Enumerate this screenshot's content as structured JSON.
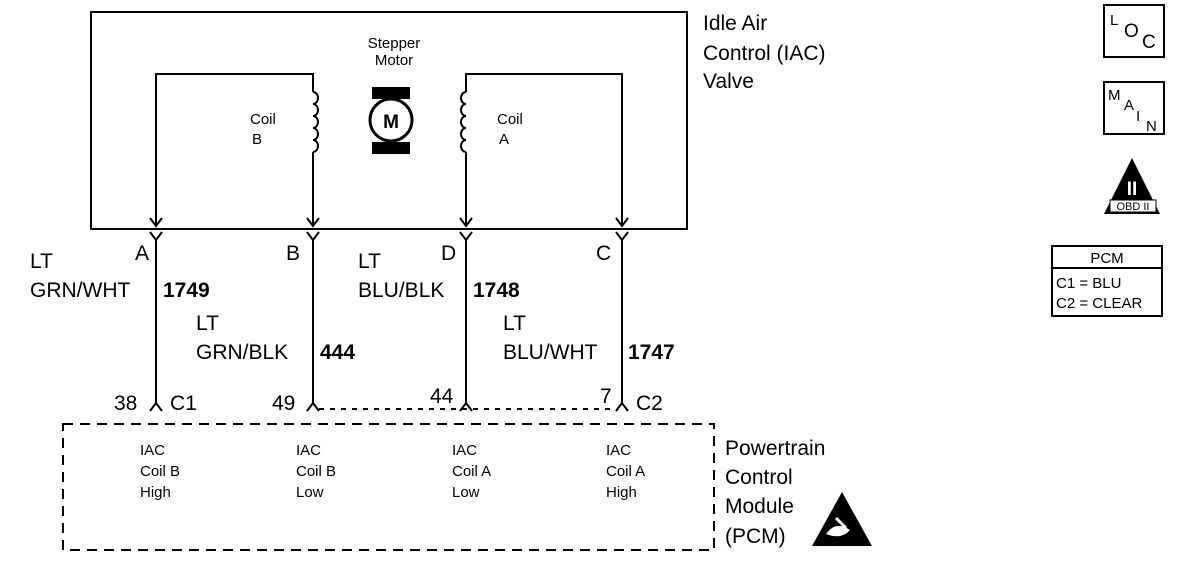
{
  "valve": {
    "title_line1": "Idle Air",
    "title_line2": "Control (IAC)",
    "title_line3": "Valve",
    "motor_line1": "Stepper",
    "motor_line2": "Motor",
    "motor_symbol": "M",
    "coil_b_line1": "Coil",
    "coil_b_line2": "B",
    "coil_a_line1": "Coil",
    "coil_a_line2": "A"
  },
  "terminals": {
    "a": "A",
    "b": "B",
    "d": "D",
    "c": "C"
  },
  "wires": [
    {
      "color_line1": "LT",
      "color_line2": "GRN/WHT",
      "circuit": "1749"
    },
    {
      "color_line1": "LT",
      "color_line2": "GRN/BLK",
      "circuit": "444"
    },
    {
      "color_line1": "LT",
      "color_line2": "BLU/BLK",
      "circuit": "1748"
    },
    {
      "color_line1": "LT",
      "color_line2": "BLU/WHT",
      "circuit": "1747"
    }
  ],
  "pcm_pins": {
    "p1": "38",
    "c1": "C1",
    "p2": "49",
    "p3": "44",
    "p4": "7",
    "c2": "C2"
  },
  "pcm": {
    "title_line1": "Powertrain",
    "title_line2": "Control",
    "title_line3": "Module",
    "title_line4": "(PCM)",
    "circuits": [
      {
        "l1": "IAC",
        "l2": "Coil B",
        "l3": "High"
      },
      {
        "l1": "IAC",
        "l2": "Coil B",
        "l3": "Low"
      },
      {
        "l1": "IAC",
        "l2": "Coil A",
        "l3": "Low"
      },
      {
        "l1": "IAC",
        "l2": "Coil A",
        "l3": "High"
      }
    ]
  },
  "legend": {
    "loc_l": "L",
    "loc_o": "O",
    "loc_c": "C",
    "main_m": "M",
    "main_a": "A",
    "main_i": "I",
    "main_n": "N",
    "obd_symbol": "II",
    "obd_label": "OBD II",
    "pcm_box_title": "PCM",
    "pcm_box_c1": "C1 = BLU",
    "pcm_box_c2": "C2 = CLEAR"
  }
}
